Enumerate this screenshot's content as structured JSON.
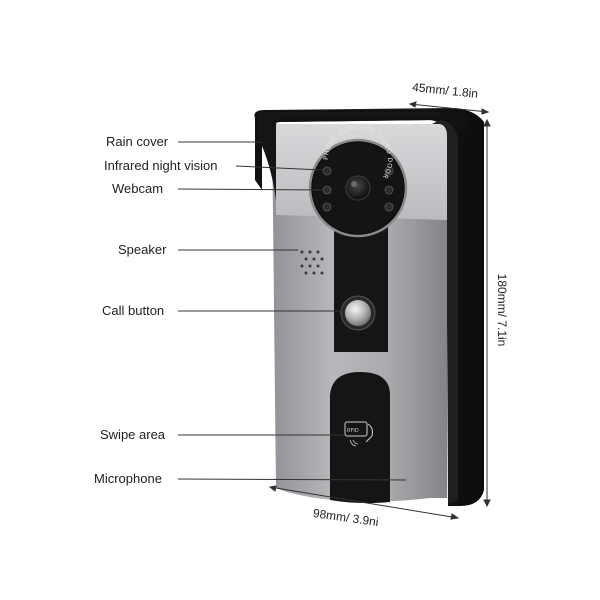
{
  "labels": {
    "rain_cover": "Rain cover",
    "infrared": "Infrared night vision",
    "webcam": "Webcam",
    "speaker": "Speaker",
    "call_button": "Call button",
    "swipe_area": "Swipe area",
    "microphone": "Microphone"
  },
  "dimensions": {
    "depth": "45mm/ 1.8in",
    "height": "180mm/ 7.1in",
    "width": "98mm/ 3.9ni"
  },
  "camera_ring_text": "PHONE OUTDOOR VIDEO DOOR",
  "card_icon_text": "RFID",
  "colors": {
    "panel_silver": "#a9abae",
    "housing_black": "#1a1a1a",
    "strip_black": "#141414"
  }
}
